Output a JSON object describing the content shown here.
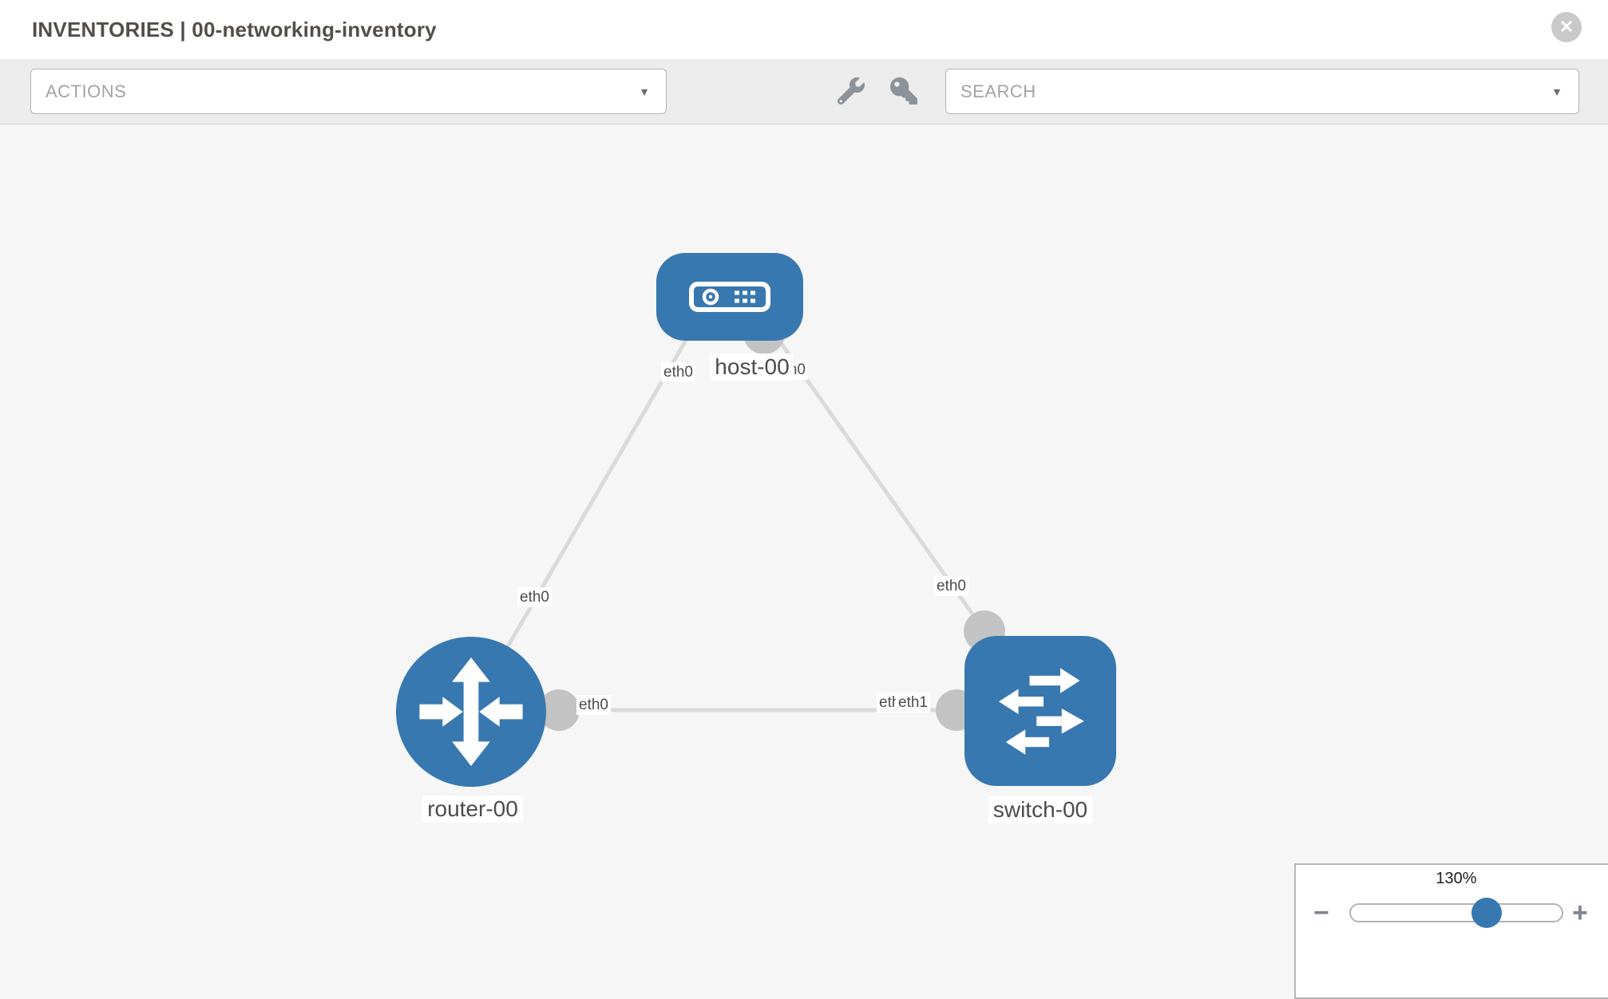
{
  "header": {
    "title": "INVENTORIES | 00-networking-inventory"
  },
  "toolbar": {
    "actions_dropdown": {
      "value": "ACTIONS"
    },
    "search_dropdown": {
      "value": "SEARCH"
    }
  },
  "icons": {
    "close": "✕",
    "caret": "▼",
    "minus": "−",
    "plus": "+"
  },
  "topology": {
    "nodes": [
      {
        "id": "host-00",
        "type": "host",
        "label": "host-00",
        "icon": "host-icon"
      },
      {
        "id": "router-00",
        "type": "router",
        "label": "router-00",
        "icon": "router-icon"
      },
      {
        "id": "switch-00",
        "type": "switch",
        "label": "switch-00",
        "icon": "switch-icon"
      }
    ],
    "links": [
      {
        "from": "host-00",
        "from_interface": "eth0",
        "to": "router-00",
        "to_interface": "eth0"
      },
      {
        "from": "host-00",
        "from_interface": "eth0",
        "to": "switch-00",
        "to_interface": "eth0"
      },
      {
        "from": "router-00",
        "from_interface": "eth0",
        "to": "switch-00",
        "to_interface": "eth1"
      }
    ]
  },
  "zoom_control": {
    "level": "130%"
  },
  "colors": {
    "node_blue": "#3878b0",
    "edge_gray": "#dadada",
    "port_gray": "#c3c3c3",
    "toolbar_bg": "#ececec",
    "canvas_bg": "#f6f6f6"
  }
}
